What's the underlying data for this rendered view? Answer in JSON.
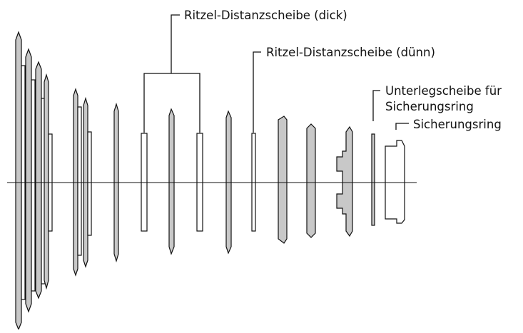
{
  "labels": {
    "spacer_thick": "Ritzel-Distanzscheibe (dick)",
    "spacer_thin": "Ritzel-Distanzscheibe (dünn)",
    "washer_line1": "Unterlegscheibe für",
    "washer_line2": "Sicherungsring",
    "lockring": "Sicherungsring"
  },
  "colors": {
    "stroke": "#111111",
    "fill": "#c8c8c8",
    "background": "#ffffff"
  }
}
